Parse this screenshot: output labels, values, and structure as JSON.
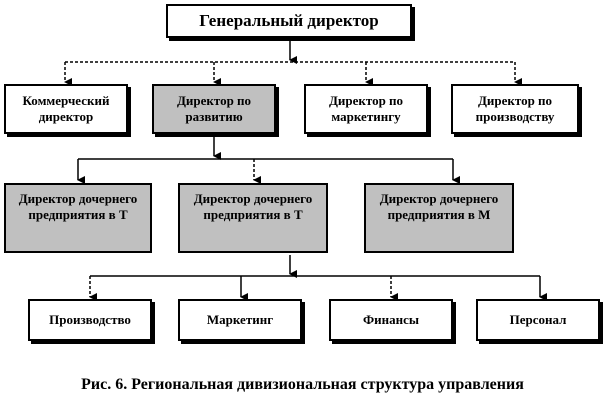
{
  "top": {
    "label": "Генеральный директор"
  },
  "level2": [
    {
      "label": "Коммерческий директор",
      "highlighted": false
    },
    {
      "label": "Директор по развитию",
      "highlighted": true
    },
    {
      "label": "Директор по маркетингу",
      "highlighted": false
    },
    {
      "label": "Директор по производству",
      "highlighted": false
    }
  ],
  "level3": [
    {
      "label": "Директор дочернего предприятия в Т",
      "highlighted": true
    },
    {
      "label": "Директор дочернего предприятия в Т",
      "highlighted": true
    },
    {
      "label": "Директор дочернего предприятия в М",
      "highlighted": true
    }
  ],
  "level4": [
    {
      "label": "Производство"
    },
    {
      "label": "Маркетинг"
    },
    {
      "label": "Финансы"
    },
    {
      "label": "Персонал"
    }
  ],
  "caption": "Рис. 6. Региональная дивизиональная структура управления",
  "colors": {
    "highlight_fill": "#c0c0c0",
    "line": "#000000",
    "background": "#ffffff"
  }
}
